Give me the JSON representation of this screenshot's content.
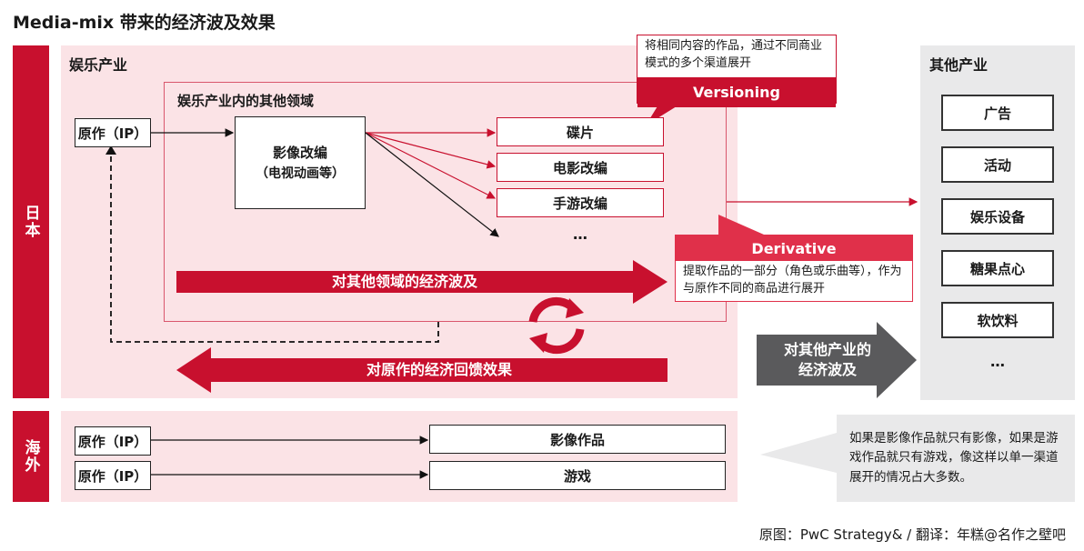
{
  "title": "Media-mix 带来的经济波及效果",
  "japan": {
    "band_label": "日本",
    "section_label": "娱乐产业",
    "inner_label": "娱乐产业内的其他领域",
    "original_label": "原作（IP）",
    "video_box_line1": "影像改编",
    "video_box_line2": "（电视动画等）",
    "outputs": [
      "碟片",
      "电影改编",
      "手游改编"
    ],
    "outputs_more": "…",
    "spill_arrow_label": "对其他领域的经济波及",
    "feedback_arrow_label": "对原作的经济回馈效果"
  },
  "versioning": {
    "description": "将相同内容的作品，通过不同商业模式的多个渠道展开",
    "header": "Versioning"
  },
  "derivative": {
    "header": "Derivative",
    "description": "提取作品的一部分（角色或乐曲等），作为与原作不同的商品进行展开"
  },
  "other_industries": {
    "section_label": "其他产业",
    "items": [
      "广告",
      "活动",
      "娱乐设备",
      "糖果点心",
      "软饮料"
    ],
    "more": "…",
    "arrow_label_line1": "对其他产业的",
    "arrow_label_line2": "经济波及"
  },
  "overseas": {
    "band_label": "海外",
    "rows": [
      {
        "source": "原作（IP）",
        "target": "影像作品"
      },
      {
        "source": "原作（IP）",
        "target": "游戏"
      }
    ],
    "note": "如果是影像作品就只有影像，如果是游戏作品就只有游戏，像这样以单一渠道展开的情况占大多数。"
  },
  "source_credit": "原图：PwC Strategy& / 翻译：年糕@名作之壁吧",
  "colors": {
    "brand_red": "#c8102e",
    "pink_bg": "#fbe3e6",
    "gray_bg": "#e9e9ea",
    "dark_gray_arrow": "#5a5a5c",
    "derivative_red": "#e0304a"
  }
}
